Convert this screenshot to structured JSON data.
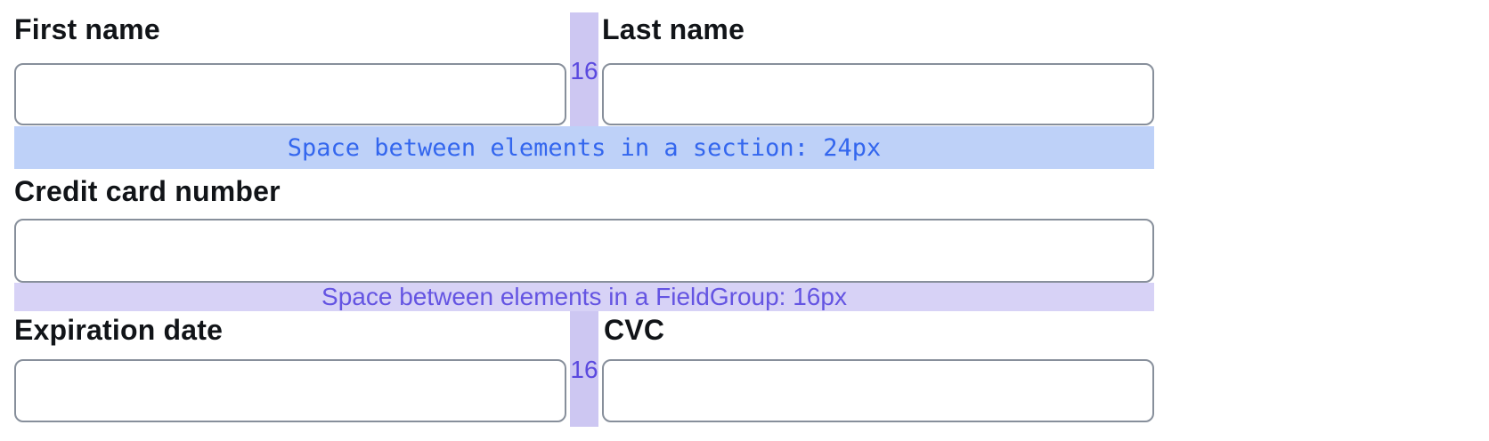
{
  "form": {
    "first_name": {
      "label": "First name",
      "value": ""
    },
    "last_name": {
      "label": "Last name",
      "value": ""
    },
    "credit_card": {
      "label": "Credit card number",
      "value": ""
    },
    "expiration": {
      "label": "Expiration date",
      "value": ""
    },
    "cvc": {
      "label": "CVC",
      "value": ""
    }
  },
  "annotations": {
    "row1_gap": "16",
    "row2_gap": "16",
    "section_gap": "Space between elements in a section: 24px",
    "fieldgroup_gap": "Space between elements in a FieldGroup: 16px"
  },
  "colors": {
    "section_highlight_bg": "#bed1f8",
    "section_highlight_text": "#3366ee",
    "fieldgroup_highlight_bg": "#d7d2f6",
    "fieldgroup_highlight_text": "#6454e2",
    "column_gap_bg": "#cdc7f2",
    "column_gap_text": "#5a49df",
    "field_border": "#878f9b",
    "label_text": "#111418"
  }
}
